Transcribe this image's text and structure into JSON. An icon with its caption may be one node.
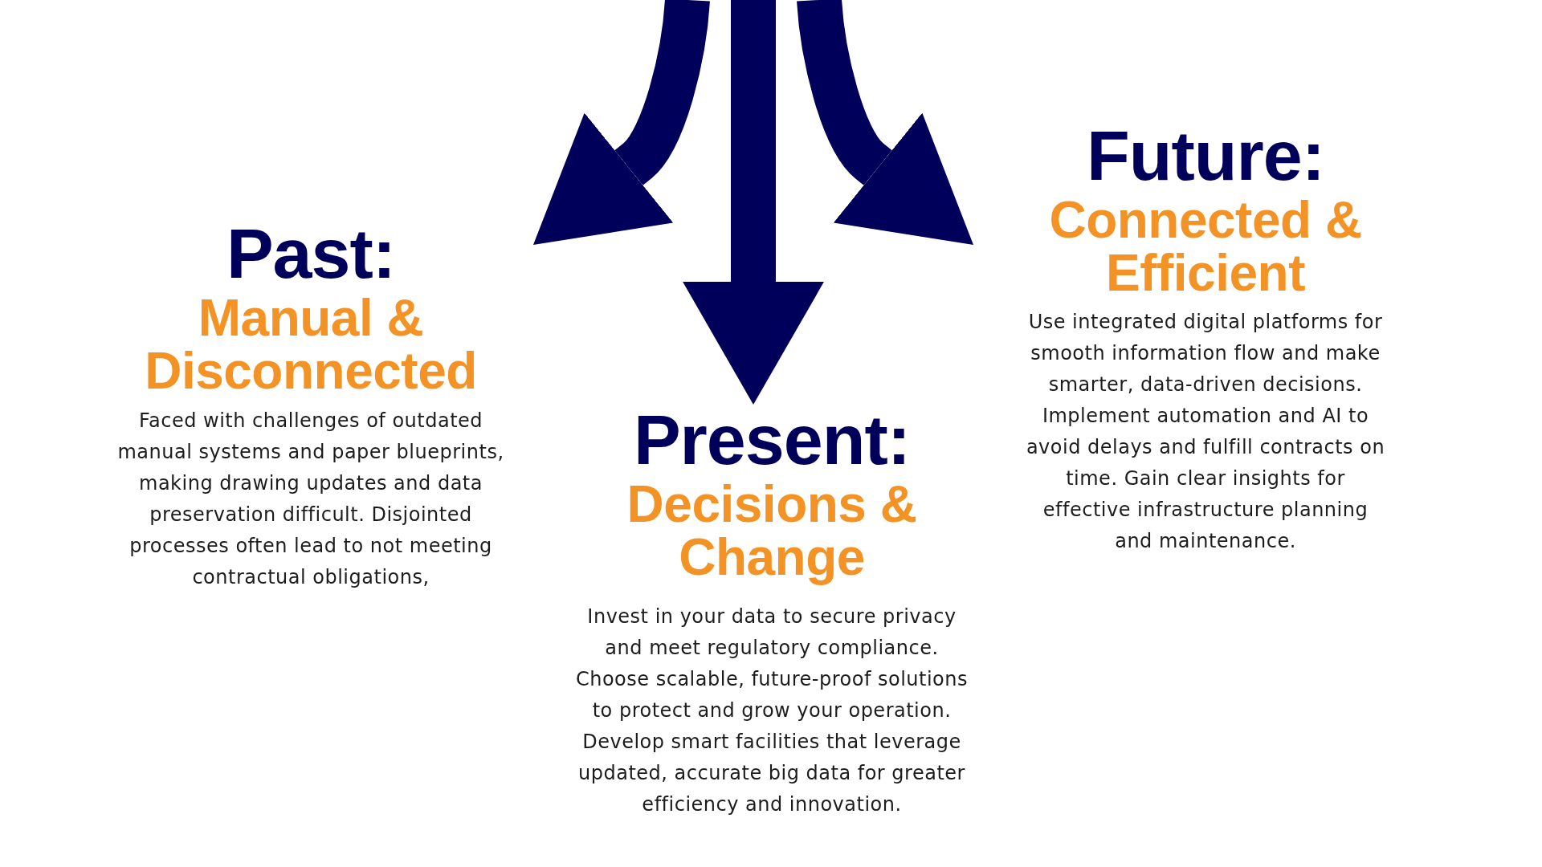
{
  "diagram": {
    "nodes": [
      {
        "text": [
          "Past:",
          "Manual & Disconnected",
          "Faced with challenges of outdated manual systems and paper blueprints, making drawing updates and data preservation difficult. Disjointed processes often lead to not meeting contractual obligations,"
        ]
      },
      {
        "text": [
          "Present:",
          "Decisions & Change",
          "Invest in your data to secure privacy and meet regulatory compliance. Choose scalable, future-proof solutions to protect and grow your operation. Develop smart facilities that leverage updated, accurate big data for greater efficiency and innovation."
        ]
      },
      {
        "text": [
          "Future:",
          "Connected & Efficient",
          "Use integrated digital platforms for smooth information flow and make smarter, data-driven decisions. Implement automation and AI to avoid delays and fulfill contracts on time. Gain clear insights for effective infrastructure planning and maintenance."
        ]
      }
    ],
    "edges": [
      {
        "from": null,
        "to": 0,
        "arrow": "to"
      },
      {
        "from": null,
        "to": 1,
        "arrow": "to"
      },
      {
        "from": null,
        "to": 2,
        "arrow": "to"
      }
    ]
  }
}
